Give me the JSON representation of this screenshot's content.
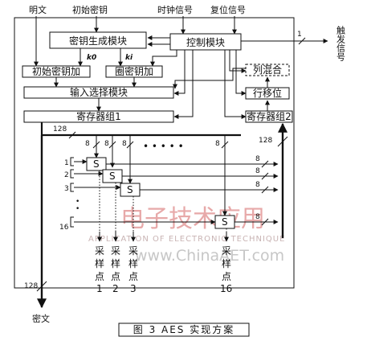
{
  "inputs": {
    "plaintext": "明文",
    "initial_key": "初始密钥",
    "clock_signal": "时钟信号",
    "reset_signal": "复位信号"
  },
  "outputs": {
    "trigger_signal": "触发信号",
    "ciphertext": "密文"
  },
  "blocks": {
    "key_gen": "密钥生成模块",
    "control": "控制模块",
    "initial_key_add": "初始密钥加",
    "round_key_add": "圈密钥加",
    "input_select": "输入选择模块",
    "register_group_1": "寄存器组1",
    "mix_columns": "列混合",
    "shift_rows": "行移位",
    "register_group_2": "寄存器组2"
  },
  "key_labels": {
    "k0": "k0",
    "ki": "ki"
  },
  "bus_widths": {
    "trigger": "1",
    "reg1_out": "128",
    "reg2_in": "128",
    "sbox_in": "8",
    "sbox_out": "8",
    "cipher_out": "128"
  },
  "sbox": {
    "label": "S",
    "row_numbers": [
      "1",
      "2",
      "3",
      "16"
    ],
    "dots": "• • • • •"
  },
  "sample_points": [
    {
      "chars": [
        "采",
        "样",
        "点"
      ],
      "num": "1"
    },
    {
      "chars": [
        "采",
        "样",
        "点"
      ],
      "num": "2"
    },
    {
      "chars": [
        "采",
        "样",
        "点"
      ],
      "num": "3"
    },
    {
      "chars": [
        "采",
        "样",
        "点"
      ],
      "num": "16"
    }
  ],
  "watermark": {
    "logo_text": "电子技术应用",
    "sub_text": "APPLICATION OF ELECTRONIC TECHNIQUE",
    "site": "www.ChinaAET.com"
  },
  "caption": "图 3  AES 实现方案"
}
